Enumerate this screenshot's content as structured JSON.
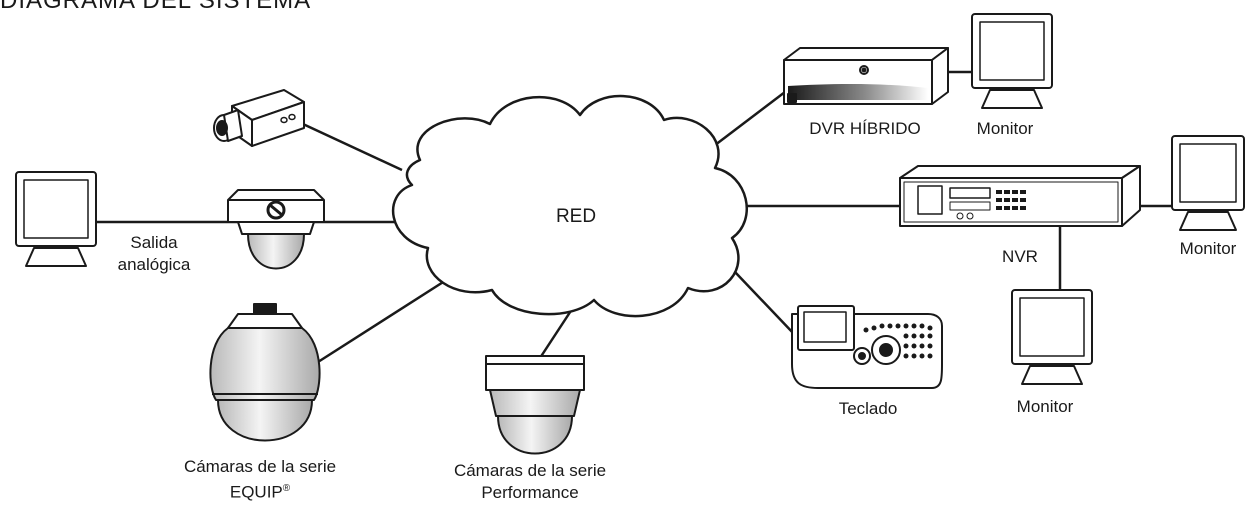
{
  "diagram": {
    "title": "DIAGRAMA DEL SISTEMA",
    "nodes": {
      "cloud": "RED",
      "dvr": "DVR HÍBRIDO",
      "monitor_dvr": "Monitor",
      "nvr": "NVR",
      "monitor_nvr_right": "Monitor",
      "monitor_nvr_bottom": "Monitor",
      "keyboard": "Teclado",
      "analog_out_line1": "Salida",
      "analog_out_line2": "analógica",
      "equip_line1": "Cámaras de la serie",
      "equip_line2": "EQUIP",
      "equip_mark": "®",
      "performance_line1": "Cámaras de la serie",
      "performance_line2": "Performance"
    }
  },
  "colors": {
    "line": "#1a1a1a",
    "fill": "#ffffff",
    "shade": "#cfcfcf"
  },
  "icons": [
    "box-camera-icon",
    "dome-camera-icon",
    "ptz-camera-icon",
    "performance-dome-icon",
    "monitor-icon",
    "dvr-icon",
    "nvr-icon",
    "keyboard-icon",
    "network-cloud-icon"
  ]
}
